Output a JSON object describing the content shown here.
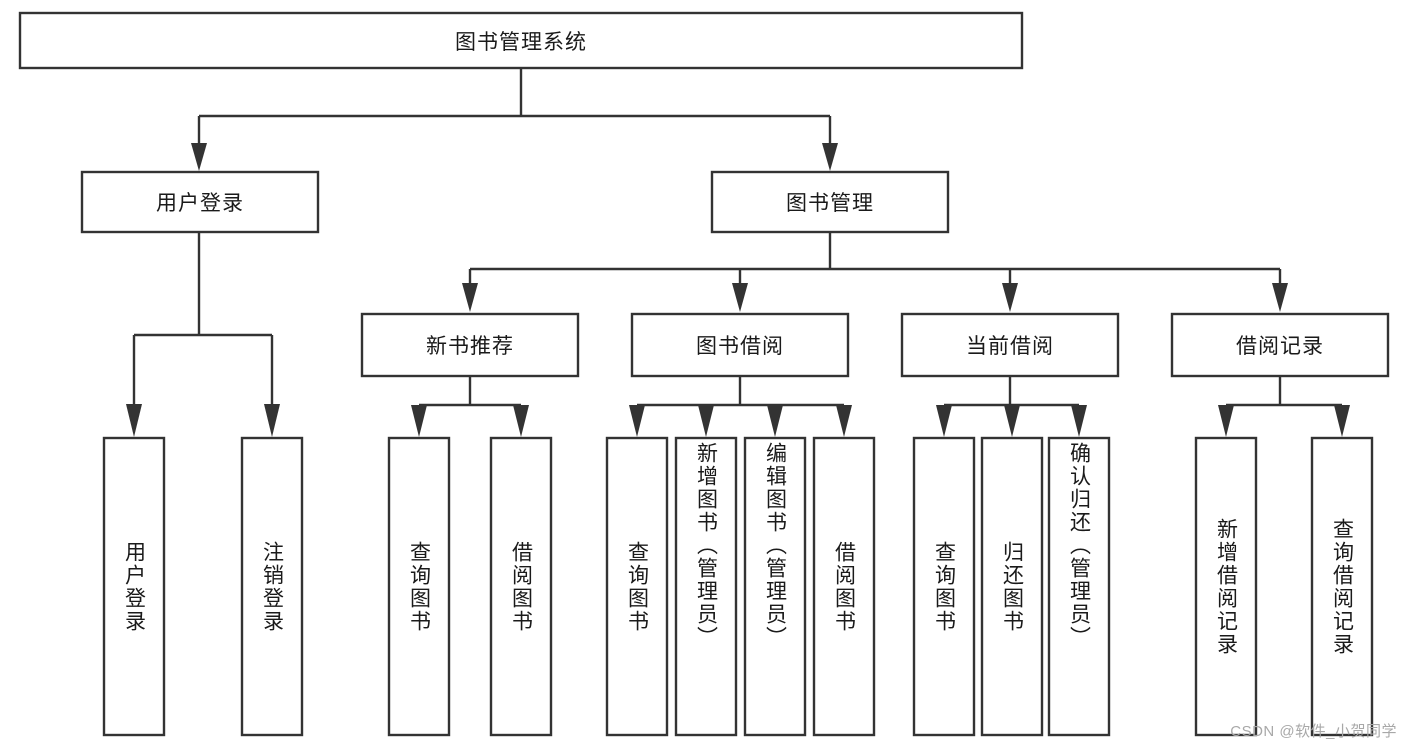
{
  "diagram": {
    "type": "tree-hierarchy-flowchart",
    "title": "图书管理系统",
    "watermark": "CSDN @软件_小贺同学",
    "colors": {
      "stroke": "#333333",
      "fill": "#ffffff",
      "text": "#1a1a1a",
      "watermark": "#a8a8a8",
      "background": "#ffffff"
    },
    "nodes": {
      "root": {
        "label": "图书管理系统",
        "orientation": "horizontal",
        "level": 0
      },
      "level1": [
        {
          "id": "user-login",
          "label": "用户登录",
          "orientation": "horizontal",
          "level": 1
        },
        {
          "id": "book-management",
          "label": "图书管理",
          "orientation": "horizontal",
          "level": 1
        }
      ],
      "level2": [
        {
          "id": "new-book-recommend",
          "label": "新书推荐",
          "orientation": "horizontal",
          "level": 2,
          "parent": "book-management"
        },
        {
          "id": "book-borrow",
          "label": "图书借阅",
          "orientation": "horizontal",
          "level": 2,
          "parent": "book-management"
        },
        {
          "id": "current-borrow",
          "label": "当前借阅",
          "orientation": "horizontal",
          "level": 2,
          "parent": "book-management"
        },
        {
          "id": "borrow-record",
          "label": "借阅记录",
          "orientation": "horizontal",
          "level": 2,
          "parent": "book-management"
        }
      ],
      "leaves": [
        {
          "id": "leaf-user-login",
          "label": "用户登录",
          "orientation": "vertical",
          "parent": "user-login"
        },
        {
          "id": "leaf-logout-login",
          "label": "注销登录",
          "orientation": "vertical",
          "parent": "user-login"
        },
        {
          "id": "leaf-query-book-1",
          "label": "查询图书",
          "orientation": "vertical",
          "parent": "new-book-recommend"
        },
        {
          "id": "leaf-borrow-book-1",
          "label": "借阅图书",
          "orientation": "vertical",
          "parent": "new-book-recommend"
        },
        {
          "id": "leaf-query-book-2",
          "label": "查询图书",
          "orientation": "vertical",
          "parent": "book-borrow"
        },
        {
          "id": "leaf-add-book",
          "label": "新增图书（管理员）",
          "orientation": "vertical",
          "parent": "book-borrow"
        },
        {
          "id": "leaf-edit-book",
          "label": "编辑图书（管理员）",
          "orientation": "vertical",
          "parent": "book-borrow"
        },
        {
          "id": "leaf-borrow-book-2",
          "label": "借阅图书",
          "orientation": "vertical",
          "parent": "book-borrow"
        },
        {
          "id": "leaf-query-book-3",
          "label": "查询图书",
          "orientation": "vertical",
          "parent": "current-borrow"
        },
        {
          "id": "leaf-return-book",
          "label": "归还图书",
          "orientation": "vertical",
          "parent": "current-borrow"
        },
        {
          "id": "leaf-confirm-return",
          "label": "确认归还（管理员）",
          "orientation": "vertical",
          "parent": "current-borrow"
        },
        {
          "id": "leaf-add-record",
          "label": "新增借阅记录",
          "orientation": "vertical",
          "parent": "borrow-record"
        },
        {
          "id": "leaf-query-record",
          "label": "查询借阅记录",
          "orientation": "vertical",
          "parent": "borrow-record"
        }
      ]
    }
  }
}
